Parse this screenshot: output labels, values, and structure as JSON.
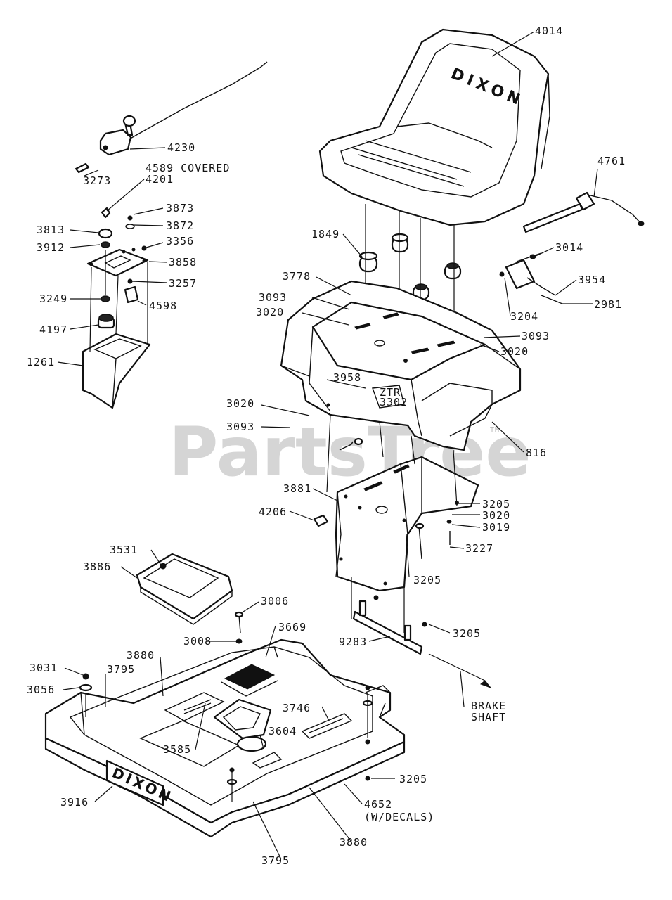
{
  "watermark": {
    "text": "PartsTree",
    "mark": "TM"
  },
  "logo_text": "DIXON",
  "decal_text": {
    "top": "ZTR",
    "bottom": "3302"
  },
  "callouts": [
    {
      "id": "c4014",
      "text": "4014"
    },
    {
      "id": "c4230",
      "text": "4230"
    },
    {
      "id": "c3273",
      "text": "3273"
    },
    {
      "id": "c4589",
      "text": "4589 COVERED"
    },
    {
      "id": "c4201",
      "text": "4201"
    },
    {
      "id": "c3873",
      "text": "3873"
    },
    {
      "id": "c3872",
      "text": "3872"
    },
    {
      "id": "c3813",
      "text": "3813"
    },
    {
      "id": "c3356",
      "text": "3356"
    },
    {
      "id": "c3912",
      "text": "3912"
    },
    {
      "id": "c3858",
      "text": "3858"
    },
    {
      "id": "c3257",
      "text": "3257"
    },
    {
      "id": "c3249",
      "text": "3249"
    },
    {
      "id": "c4598",
      "text": "4598"
    },
    {
      "id": "c4197",
      "text": "4197"
    },
    {
      "id": "c1261",
      "text": "1261"
    },
    {
      "id": "c4761",
      "text": "4761"
    },
    {
      "id": "c1849",
      "text": "1849"
    },
    {
      "id": "c3014",
      "text": "3014"
    },
    {
      "id": "c3778",
      "text": "3778"
    },
    {
      "id": "c3954",
      "text": "3954"
    },
    {
      "id": "c3093a",
      "text": "3093"
    },
    {
      "id": "c2981",
      "text": "2981"
    },
    {
      "id": "c3020a",
      "text": "3020"
    },
    {
      "id": "c3204",
      "text": "3204"
    },
    {
      "id": "c3093b",
      "text": "3093"
    },
    {
      "id": "c3020b",
      "text": "3020"
    },
    {
      "id": "c3958",
      "text": "3958"
    },
    {
      "id": "c3020c",
      "text": "3020"
    },
    {
      "id": "c3093c",
      "text": "3093"
    },
    {
      "id": "c816",
      "text": "816"
    },
    {
      "id": "c3881",
      "text": "3881"
    },
    {
      "id": "c3205a",
      "text": "3205"
    },
    {
      "id": "c4206",
      "text": "4206"
    },
    {
      "id": "c3020d",
      "text": "3020"
    },
    {
      "id": "c3019",
      "text": "3019"
    },
    {
      "id": "c3227",
      "text": "3227"
    },
    {
      "id": "c3531",
      "text": "3531"
    },
    {
      "id": "c3886",
      "text": "3886"
    },
    {
      "id": "c3205b",
      "text": "3205"
    },
    {
      "id": "c3006",
      "text": "3006"
    },
    {
      "id": "c3669",
      "text": "3669"
    },
    {
      "id": "c3008",
      "text": "3008"
    },
    {
      "id": "c9283",
      "text": "9283"
    },
    {
      "id": "c3205c",
      "text": "3205"
    },
    {
      "id": "c3880a",
      "text": "3880"
    },
    {
      "id": "c3031",
      "text": "3031"
    },
    {
      "id": "c3795a",
      "text": "3795"
    },
    {
      "id": "c3056",
      "text": "3056"
    },
    {
      "id": "cbrake1",
      "text": "BRAKE"
    },
    {
      "id": "cbrake2",
      "text": "SHAFT"
    },
    {
      "id": "c3746",
      "text": "3746"
    },
    {
      "id": "c3604",
      "text": "3604"
    },
    {
      "id": "c3585",
      "text": "3585"
    },
    {
      "id": "c3205d",
      "text": "3205"
    },
    {
      "id": "c3916",
      "text": "3916"
    },
    {
      "id": "c4652a",
      "text": "4652"
    },
    {
      "id": "c4652b",
      "text": "(W/DECALS)"
    },
    {
      "id": "c3880b",
      "text": "3880"
    },
    {
      "id": "c3795b",
      "text": "3795"
    }
  ]
}
